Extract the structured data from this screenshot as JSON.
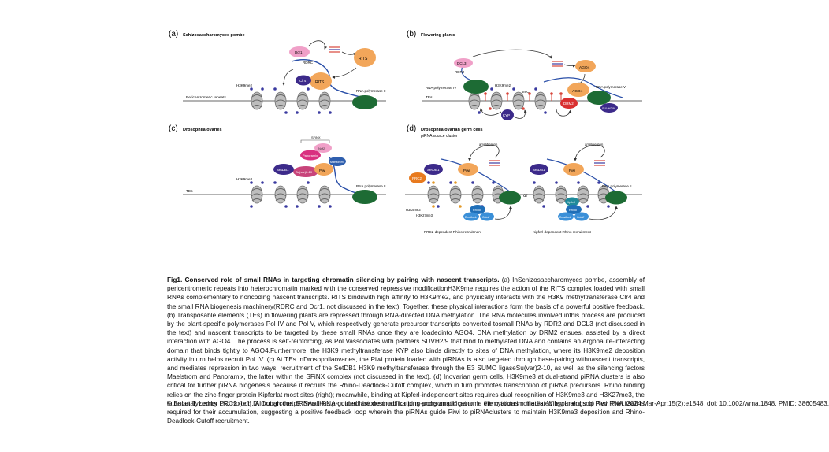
{
  "panels": {
    "a": {
      "letter": "(a)",
      "title": "Schizosaccharomyces pombe",
      "labels": {
        "dcr1": "Dcr1",
        "rdrc": "RDRC",
        "rits_top": "RITS",
        "rits": "RITS",
        "clr4": "Clr4",
        "h3k9me2": "H3K9me2",
        "repeats": "Pericentromeric repeats",
        "polii": "RNA polymerase II"
      }
    },
    "b": {
      "letter": "(b)",
      "title": "Flowering plants",
      "labels": {
        "dcl3": "DCL3",
        "rdr2": "RDR2",
        "ago4_top": "AGO4",
        "ago4": "AGO4",
        "poliv": "RNA polymerase IV",
        "h3k9me2": "H3K9me2",
        "cg": "5mC",
        "polv": "RNA polymerase V",
        "tes": "TEs",
        "kyp": "KYP",
        "drm2": "DRM2",
        "suvh": "SUVH2/9"
      }
    },
    "c": {
      "letter": "(c)",
      "title": "Drosophila ovaries",
      "labels": {
        "sfinx": "SFiNX",
        "panoramix": "Panoramix",
        "nxf2": "Nxf2",
        "setdb1": "SetDB1",
        "suvar": "Su(var)2-10",
        "piwi": "Piwi",
        "maelstrom": "Maelstrom",
        "h3k9me3": "H3K9me3",
        "tes": "TEs",
        "polii": "RNA polymerase II"
      }
    },
    "d": {
      "letter": "(d)",
      "title": "Drosophila ovarian germ cells",
      "subtitle": "piRNA source cluster",
      "labels": {
        "amp_left": "amplification",
        "amp_right": "amplification",
        "setdb1_left": "SetDB1",
        "setdb1_right": "SetDB1",
        "prc2": "PRC2",
        "piwi_left": "Piwi",
        "piwi_right": "Piwi",
        "rhino_left": "Rhino",
        "deadlock_left": "Deadlock",
        "cutoff_left": "Cutoff",
        "kipferl": "Kipferl",
        "rhino_right": "Rhino",
        "deadlock_right": "Deadlock",
        "cutoff_right": "Cutoff",
        "h3k9me3": "H3K9me3",
        "h3k27me3": "H3K27me3",
        "or": "or",
        "polii": "RNA polymerase II",
        "prc2_recruit": "PRC2-dependent Rhino recruitment",
        "kipferl_recruit": "Kipferl-dependent Rhino recruitment"
      }
    }
  },
  "caption": {
    "bold": "Fig1. Conserved role of small RNAs in targeting chromatin silencing by pairing with nascent transcripts.",
    "text": " (a) InSchizosaccharomyces pombe, assembly of pericentromeric repeats into heterochromatin marked with the conserved repressive modificationH3K9me requires the action of the RITS complex loaded with small RNAs complementary to noncoding nascent transcripts. RITS bindswith high affinity to H3K9me2, and physically interacts with the H3K9 methyltransferase Clr4 and the small RNA biogenesis machinery(RDRC and Dcr1, not discussed in the text). Together, these physical interactions form the basis of a powerful positive feedback.(b) Transposable elements (TEs) in flowering plants are repressed through RNA-directed DNA methylation. The RNA molecules involved inthis process are produced by the plant-specific polymerases Pol IV and Pol V, which respectively generate precursor transcripts converted tosmall RNAs by RDR2 and DCL3 (not discussed in the text) and nascent transcripts to be targeted by these small RNAs once they are loadedinto AGO4. DNA methylation by DRM2 ensues, assisted by a direct interaction with AGO4. The process is self-reinforcing, as Pol Vassociates with partners SUVH2/9 that bind to methylated DNA and contains an Argonaute-interacting domain that binds tightly to AGO4.Furthermore, the H3K9 methyltransferase KYP also binds directly to sites of DNA methylation, where its H3K9me2 deposition activity inturn helps recruit Pol IV. (c) At TEs inDrosophilaovaries, the Piwi protein loaded with piRNAs is also targeted through base-pairing withnascent transcripts, and mediates repression in two ways: recruitment of the SetDB1 H3K9 methyltransferase through the E3 SUMO ligaseSu(var)2-10, as well as the silencing factors Maelstrom and Panoramix, the latter within the SFiNX complex (not discussed in the text). (d) Inovarian germ cells, H3K9me3 at dual-strand piRNA clusters is also critical for further piRNA biogenesis because it recruits the Rhino-Deadlock-Cutoff complex, which in turn promotes transcription of piRNA precursors. Rhino binding relies on the zinc-finger protein Kipferlat most sites (right); meanwhile, binding at Kipferl-independent sites requires dual recognition of H3K9me3 and H3K27me3, the lattercatalyzed by PRC2 (left). Although the piRNAs thus produced are destined for ping-pong amplification in the cytoplasm mediated byparalogs of Piwi, Piwi itself is required for their accumulation, suggesting a positive feedback loop wherein the piRNAs guide Piwi to piRNAclusters to maintain H3K9me3 deposition and Rhino-Deadlock-Cutoff recruitment."
  },
  "citation": "© Balan T, Lerner LK, Holoch D, Duharcourt S. Small-RNA-guided histone modifications and somatic genome elimination in ciliates. Wiley Interdiscip Rev RNA. 2024 Mar-Apr;15(2):e1848. doi: 10.1002/wrna.1848. PMID: 38605483.",
  "colors": {
    "dna": "#9a9a9a",
    "nucleosome": "#bdbdbd",
    "nucleosome_dark": "#6f6f6f",
    "rna": "#2a4fa8",
    "mark_blue": "#3a3aa0",
    "mark_red": "#d8453a",
    "mark_orange": "#e39a2a",
    "pol_green": "#1d6b34",
    "orange_protein": "#f2a65a",
    "pink_protein": "#f0a0c8",
    "purple_protein": "#3c2a8a",
    "red_protein": "#d93030",
    "teal_protein": "#1f8a9a",
    "light_blue": "#3a8fd8"
  }
}
